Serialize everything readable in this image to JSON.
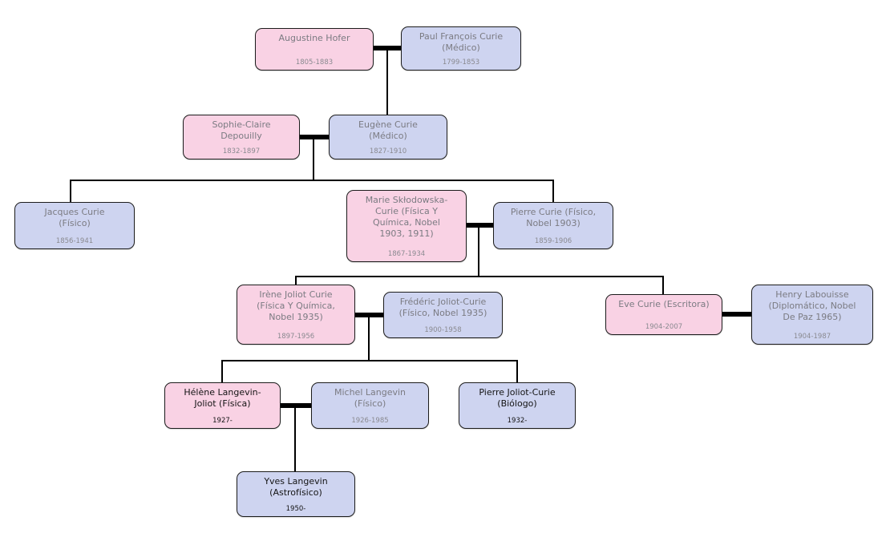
{
  "colors": {
    "female": "#f9d2e4",
    "male": "#ced4f0",
    "border": "#1c1c1c",
    "line": "#000000",
    "name_text": "#7b7b82",
    "date_text": "#8a8a90",
    "dark_text": "#141414"
  },
  "nodes": [
    {
      "name": "Augustine Hofer",
      "dates": "1805-1883",
      "gender": "female",
      "emphasis": false
    },
    {
      "name": "Paul François Curie\n(Médico)",
      "dates": "1799-1853",
      "gender": "male",
      "emphasis": false
    },
    {
      "name": "Sophie-Claire\nDepouilly",
      "dates": "1832-1897",
      "gender": "female",
      "emphasis": false
    },
    {
      "name": "Eugène Curie\n(Médico)",
      "dates": "1827-1910",
      "gender": "male",
      "emphasis": false
    },
    {
      "name": "Jacques Curie\n(Físico)",
      "dates": "1856-1941",
      "gender": "male",
      "emphasis": false
    },
    {
      "name": "Marie Skłodowska-\nCurie (Física Y\nQuímica, Nobel\n1903, 1911)",
      "dates": "1867-1934",
      "gender": "female",
      "emphasis": false
    },
    {
      "name": "Pierre Curie (Físico,\nNobel 1903)",
      "dates": "1859-1906",
      "gender": "male",
      "emphasis": false
    },
    {
      "name": "Irène Joliot Curie\n(Física Y Química,\nNobel 1935)",
      "dates": "1897-1956",
      "gender": "female",
      "emphasis": false
    },
    {
      "name": "Frédéric Joliot-Curie\n(Físico, Nobel 1935)",
      "dates": "1900-1958",
      "gender": "male",
      "emphasis": false
    },
    {
      "name": "Eve Curie (Escritora)",
      "dates": "1904-2007",
      "gender": "female",
      "emphasis": false
    },
    {
      "name": "Henry Labouisse\n(Diplomático, Nobel\nDe Paz 1965)",
      "dates": "1904-1987",
      "gender": "male",
      "emphasis": false
    },
    {
      "name": "Hélène Langevin-\nJoliot (Física)",
      "dates": "1927-",
      "gender": "female",
      "emphasis": true
    },
    {
      "name": "Michel Langevin\n(Físico)",
      "dates": "1926-1985",
      "gender": "male",
      "emphasis": false
    },
    {
      "name": "Pierre Joliot-Curie\n(Biólogo)",
      "dates": "1932-",
      "gender": "male",
      "emphasis": true
    },
    {
      "name": "Yves Langevin\n(Astrofísico)",
      "dates": "1950-",
      "gender": "male",
      "emphasis": true
    }
  ]
}
